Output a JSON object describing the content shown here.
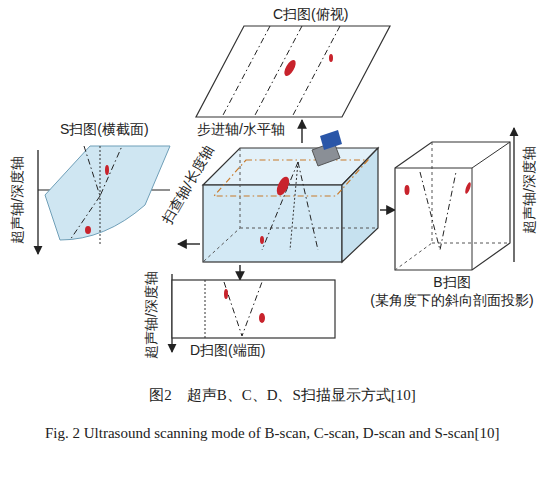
{
  "diagram": {
    "caption": "图2　超声B、C、D、S扫描显示方式[10]",
    "nodes": [
      {
        "text": [
          "C扫图(俯视)"
        ]
      },
      {
        "text": [
          "S扫图(横截面)"
        ]
      },
      {
        "text": [
          "扫查轴/长度轴"
        ]
      },
      {
        "text": [
          "B扫图 (某角度下的斜向剖面投影)"
        ]
      },
      {
        "text": [
          "D扫图(端面)"
        ]
      }
    ],
    "edges": [
      {
        "from": 2,
        "to": 0,
        "arrow": "to"
      },
      {
        "from": 2,
        "to": 1,
        "arrow": "to"
      },
      {
        "from": 2,
        "to": 3,
        "arrow": "to"
      },
      {
        "from": 2,
        "to": 4,
        "arrow": "to"
      }
    ],
    "labels": [
      "步进轴/水平轴",
      "超声轴/深度轴",
      "超声轴/深度轴",
      "超声轴/深度轴",
      "Fig. 2 Ultrasound scanning mode of B-scan, C-scan, D-scan and S-scan[10]"
    ]
  }
}
